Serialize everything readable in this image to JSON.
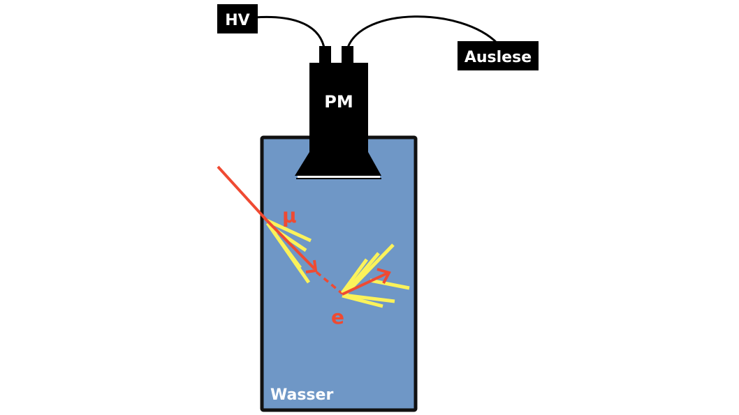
{
  "labels": {
    "hv": "HV",
    "readout": "Auslese",
    "pm": "PM",
    "muon": "μ",
    "electron": "e",
    "water": "Wasser"
  },
  "colors": {
    "water": "#6f97c6",
    "tank_border": "#111111",
    "device": "#000000",
    "track": "#ef4a32",
    "cherenkov": "#fbf25a",
    "window": "#ffffff"
  }
}
